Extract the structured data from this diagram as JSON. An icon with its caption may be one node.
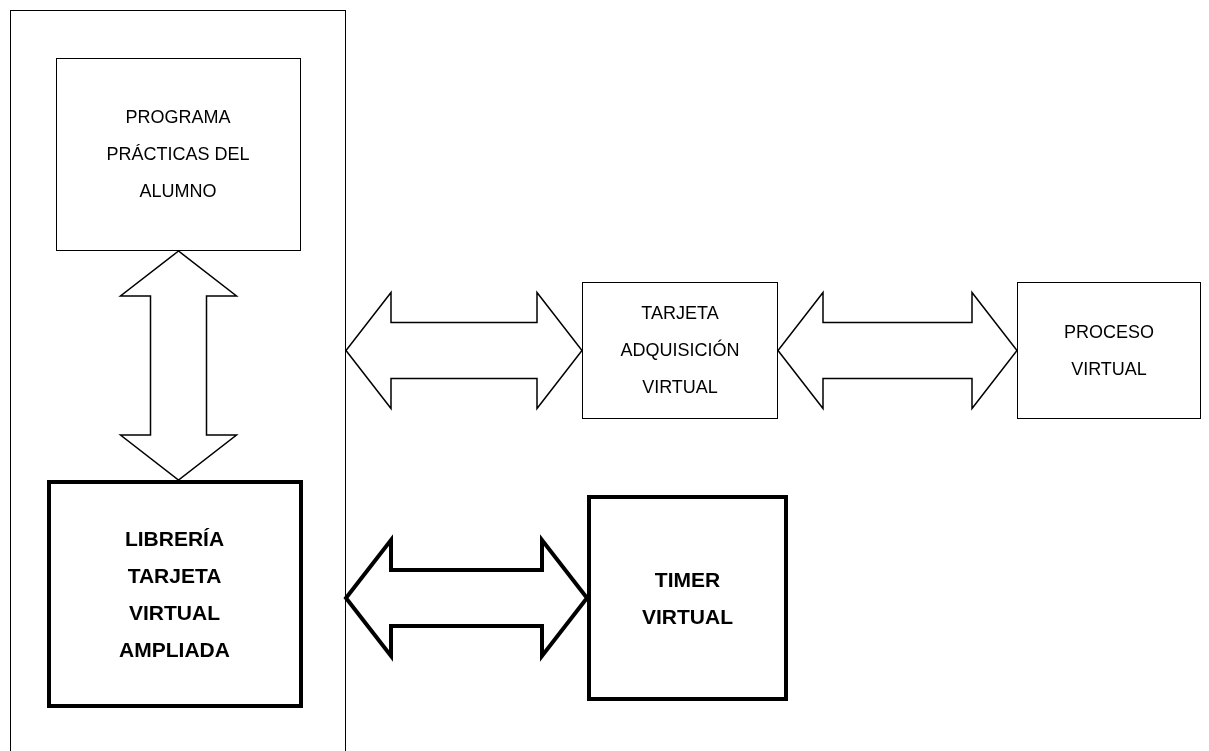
{
  "diagram": {
    "nodes": [
      {
        "text": [],
        "shape": "box"
      },
      {
        "text": [
          "PROGRAMA PRÁCTICAS DEL ALUMNO"
        ],
        "in": 0
      },
      {
        "text": [
          "LIBRERÍA TARJETA VIRTUAL AMPLIADA"
        ],
        "in": 0
      },
      {
        "text": [
          "TARJETA ADQUISICIÓN VIRTUAL"
        ]
      },
      {
        "text": [
          "PROCESO VIRTUAL"
        ]
      },
      {
        "text": [
          "TIMER VIRTUAL"
        ]
      }
    ],
    "edges": [
      {
        "from": 1,
        "to": 2,
        "arrow": "both"
      },
      {
        "from": 0,
        "to": 3,
        "arrow": "both"
      },
      {
        "from": 3,
        "to": 4,
        "arrow": "both"
      },
      {
        "from": 0,
        "to": 5,
        "arrow": "both",
        "style": "thick"
      }
    ]
  }
}
